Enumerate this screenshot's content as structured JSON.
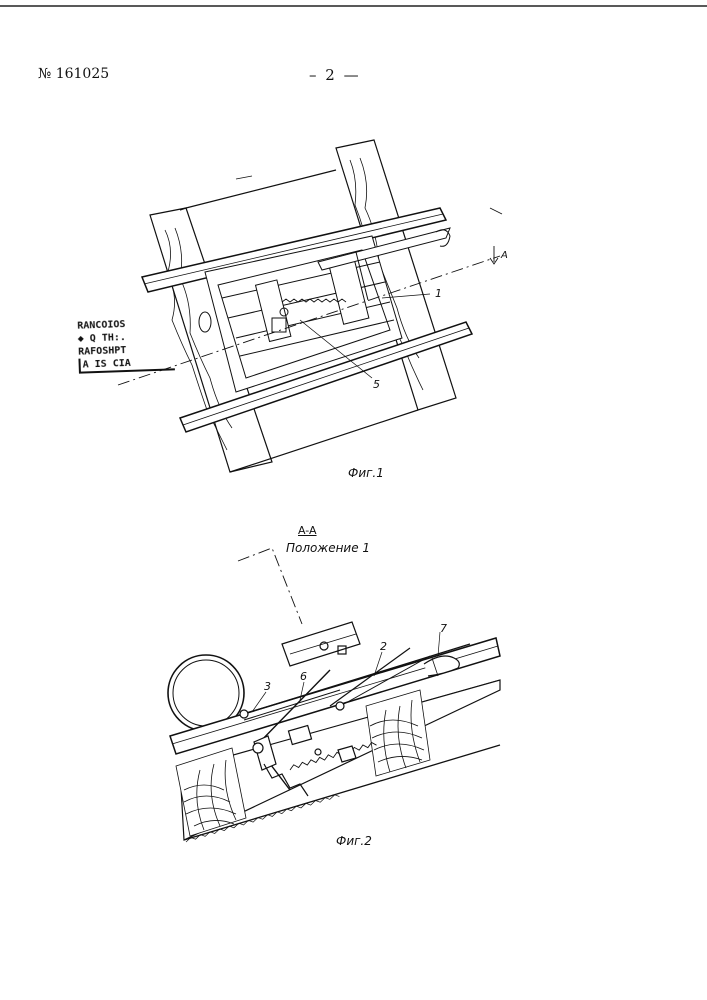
{
  "header": {
    "patent_number": "№ 161025",
    "page_number": "– 2 —"
  },
  "figure1": {
    "caption": "Фиг.1",
    "labels": {
      "part_1": "1",
      "part_5": "5",
      "section_mark": "A"
    }
  },
  "figure2": {
    "section": "A-A",
    "position": "Положение 1",
    "caption": "Фиг.2",
    "labels": {
      "part_2": "2",
      "part_3": "3",
      "part_6": "6",
      "part_7": "7"
    }
  },
  "stamp": {
    "lines": [
      "RANCOIOS",
      "◆ Q TH:.",
      "RAFOSHPT",
      "A IS CIA"
    ]
  }
}
